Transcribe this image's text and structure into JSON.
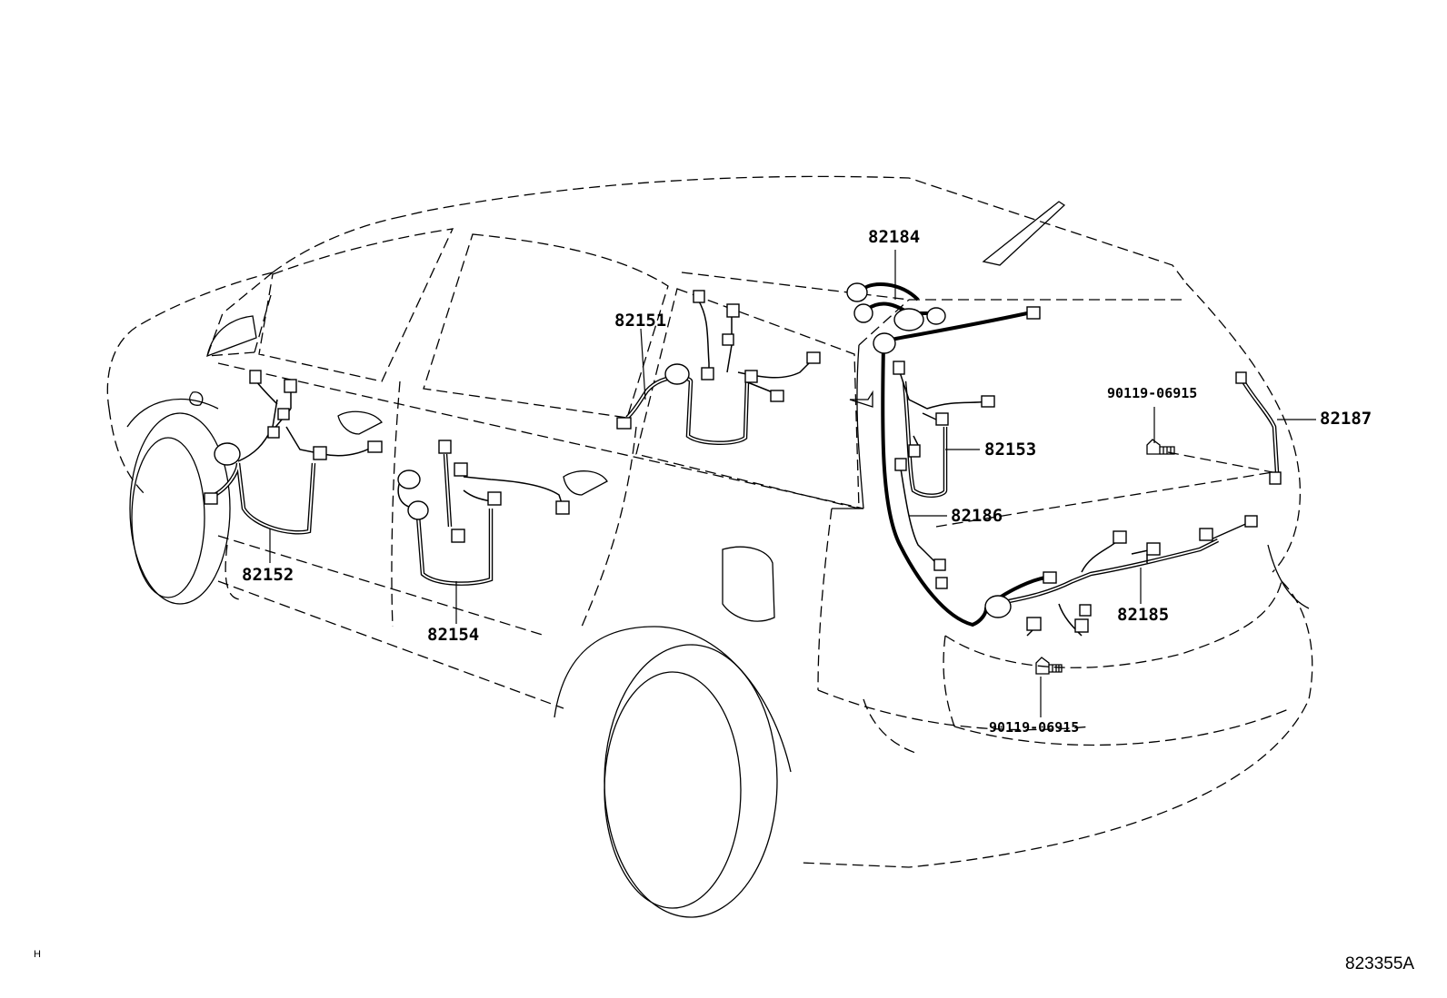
{
  "diagram": {
    "part_labels": {
      "p82184": "82184",
      "p82151": "82151",
      "p82153": "82153",
      "p82186": "82186",
      "p82187": "82187",
      "p82185": "82185",
      "p82152": "82152",
      "p82154": "82154",
      "bolt_upper": "90119-06915",
      "bolt_lower": "90119-06915"
    },
    "corner_mark": "H",
    "figure_code": "823355A"
  },
  "colors": {
    "line": "#000000",
    "background": "#ffffff"
  }
}
